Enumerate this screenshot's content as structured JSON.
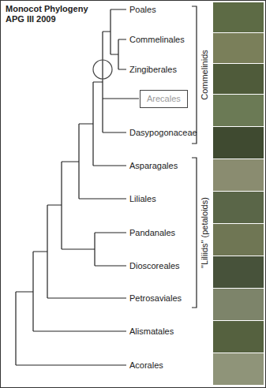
{
  "diagram": {
    "title": "Monocot Phylogeny APG III 2009",
    "nodes": [
      {
        "text": [
          "Arecales"
        ]
      }
    ],
    "labels": [
      "Poales",
      "Commelinales",
      "Zingiberales",
      "Dasypogonaceae",
      "Asparagales",
      "Liliales",
      "Pandanales",
      "Dioscoreales",
      "Petrosaviales",
      "Alismatales",
      "Acorales",
      "Commelinids",
      "\"Liliids\" (petaloids)"
    ]
  }
}
